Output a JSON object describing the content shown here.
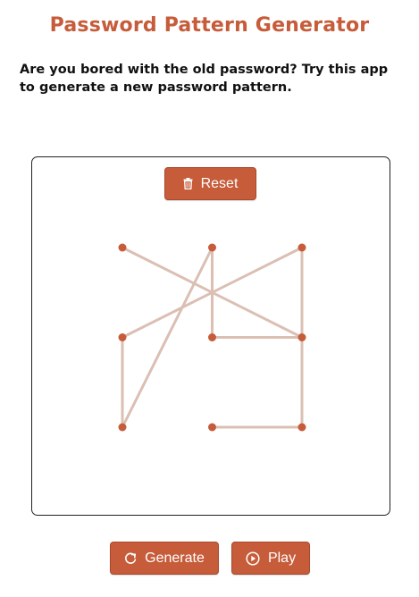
{
  "app": {
    "title": "Password Pattern Generator",
    "intro": "Are you bored with the old password? Try this app to generate a new password pattern."
  },
  "buttons": {
    "reset": {
      "label": "Reset",
      "icon": "trash-icon"
    },
    "generate": {
      "label": "Generate",
      "icon": "refresh-icon"
    },
    "play": {
      "label": "Play",
      "icon": "play-circle-icon"
    }
  },
  "pattern": {
    "grid_size": 3,
    "dots": [
      {
        "row": 0,
        "col": 0
      },
      {
        "row": 0,
        "col": 1
      },
      {
        "row": 0,
        "col": 2
      },
      {
        "row": 1,
        "col": 0
      },
      {
        "row": 1,
        "col": 1
      },
      {
        "row": 1,
        "col": 2
      },
      {
        "row": 2,
        "col": 0
      },
      {
        "row": 2,
        "col": 1
      },
      {
        "row": 2,
        "col": 2
      }
    ],
    "sequence": [
      0,
      5,
      4,
      1,
      6,
      3,
      2,
      8,
      7
    ],
    "colors": {
      "accent": "#c65c3a",
      "line": "#dbbfb3",
      "dot": "#c65c3a"
    }
  }
}
